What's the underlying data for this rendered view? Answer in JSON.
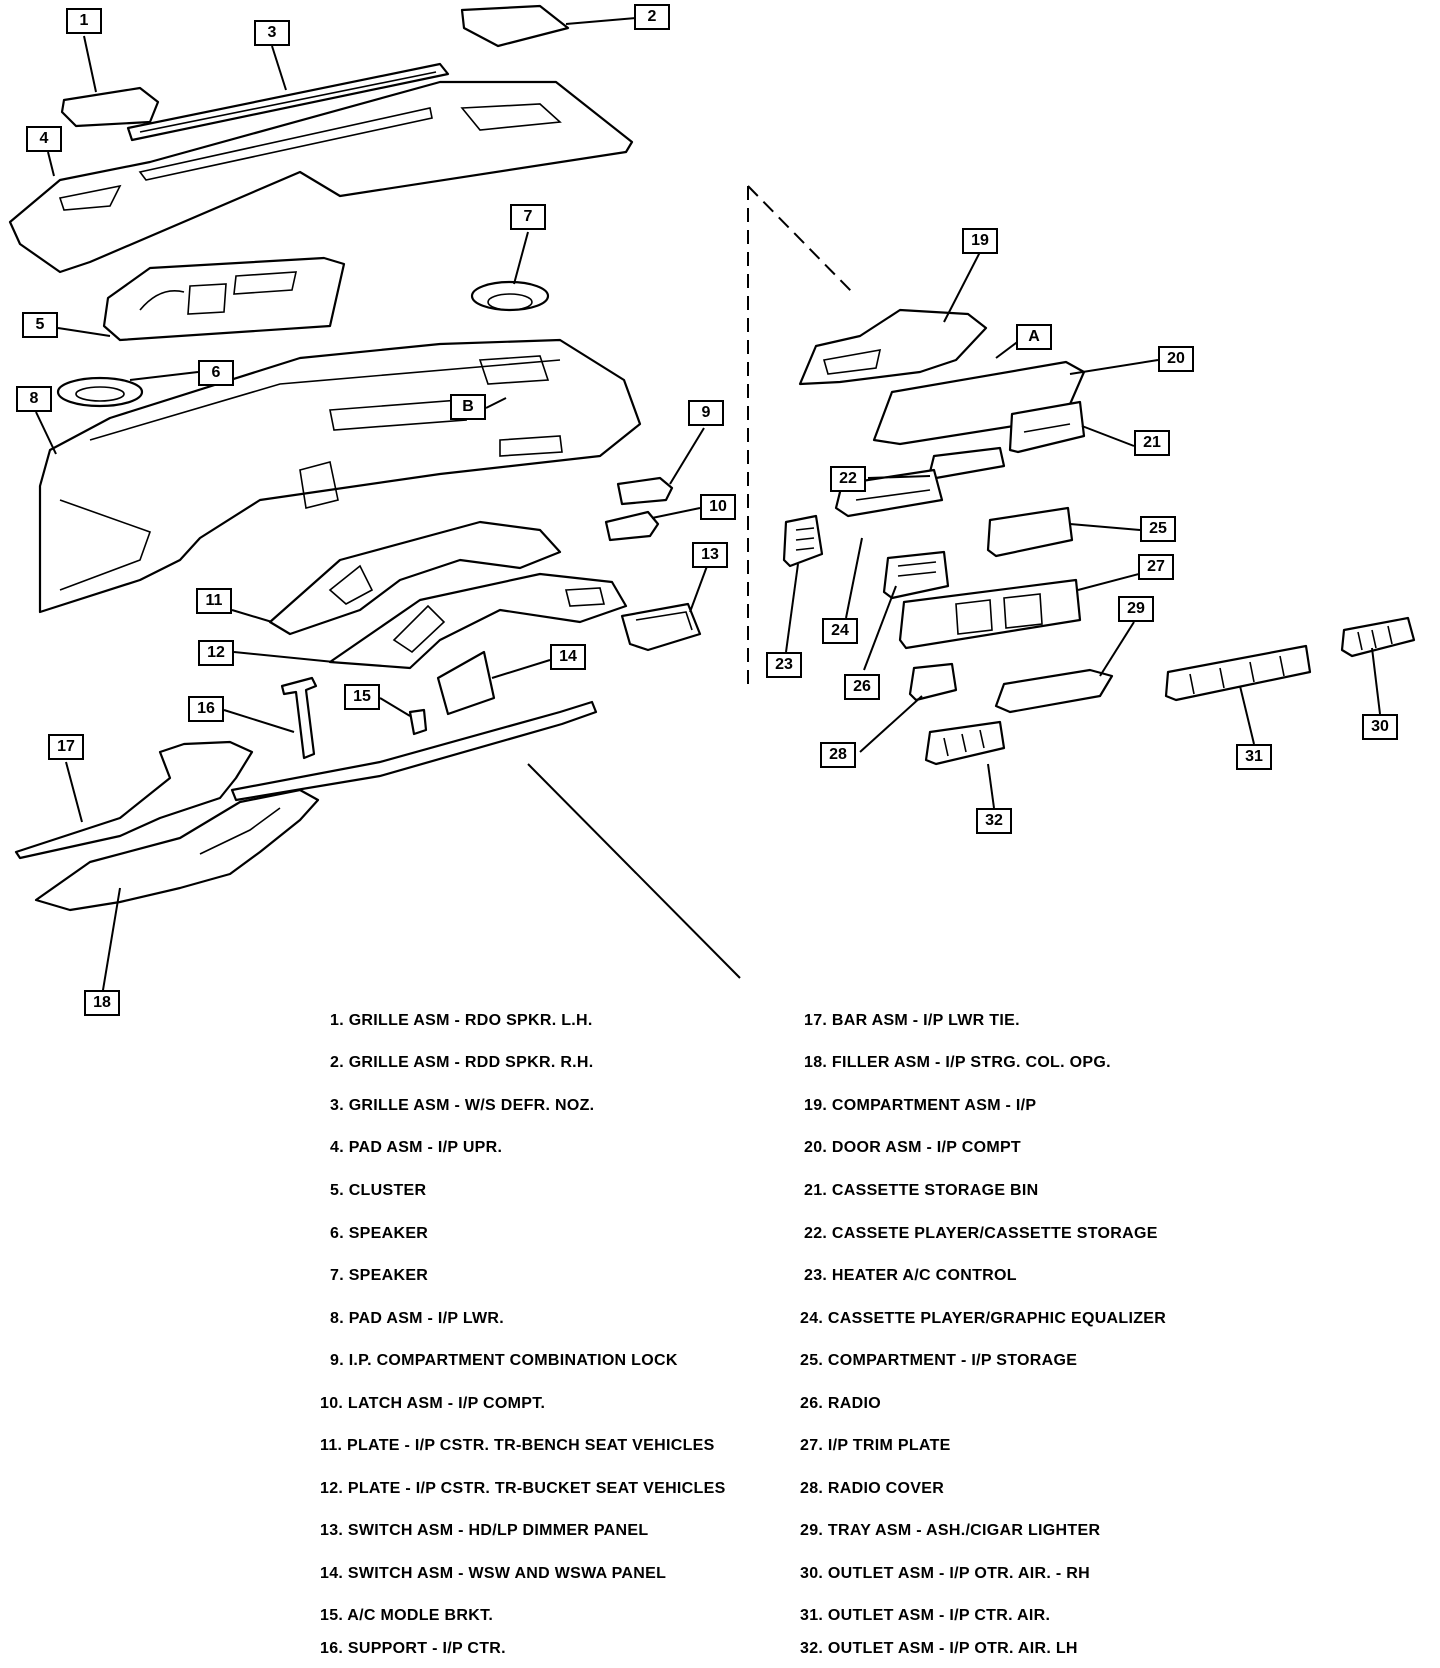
{
  "callouts": [
    "1",
    "2",
    "3",
    "4",
    "5",
    "6",
    "7",
    "8",
    "9",
    "10",
    "11",
    "12",
    "13",
    "14",
    "15",
    "16",
    "17",
    "18",
    "19",
    "20",
    "21",
    "22",
    "23",
    "24",
    "25",
    "26",
    "27",
    "28",
    "29",
    "30",
    "31",
    "32",
    "A",
    "B"
  ],
  "legend": {
    "left": [
      "1. GRILLE ASM - RDO SPKR. L.H.",
      "2. GRILLE ASM - RDD SPKR. R.H.",
      "3. GRILLE ASM - W/S DEFR. NOZ.",
      "4. PAD ASM - I/P UPR.",
      "5. CLUSTER",
      "6. SPEAKER",
      "7. SPEAKER",
      "8. PAD ASM - I/P LWR.",
      "9. I.P. COMPARTMENT COMBINATION LOCK",
      "10. LATCH ASM - I/P COMPT.",
      "11. PLATE - I/P CSTR. TR-BENCH SEAT VEHICLES",
      "12. PLATE - I/P CSTR. TR-BUCKET SEAT VEHICLES",
      "13. SWITCH ASM - HD/LP DIMMER PANEL",
      "14. SWITCH ASM - WSW AND WSWA PANEL",
      "15. A/C MODLE BRKT.",
      "16. SUPPORT - I/P CTR."
    ],
    "right": [
      "17. BAR ASM - I/P LWR TIE.",
      "18. FILLER ASM - I/P STRG. COL. OPG.",
      "19. COMPARTMENT ASM - I/P",
      "20. DOOR ASM - I/P COMPT",
      "21. CASSETTE STORAGE BIN",
      "22. CASSETE PLAYER/CASSETTE STORAGE",
      "23. HEATER A/C CONTROL",
      "24. CASSETTE PLAYER/GRAPHIC EQUALIZER",
      "25. COMPARTMENT - I/P STORAGE",
      "26. RADIO",
      "27. I/P TRIM PLATE",
      "28. RADIO COVER",
      "29. TRAY ASM - ASH./CIGAR LIGHTER",
      "30. OUTLET ASM - I/P OTR. AIR. - RH",
      "31. OUTLET ASM - I/P CTR. AIR.",
      "32. OUTLET ASM - I/P OTR. AIR. LH"
    ]
  }
}
